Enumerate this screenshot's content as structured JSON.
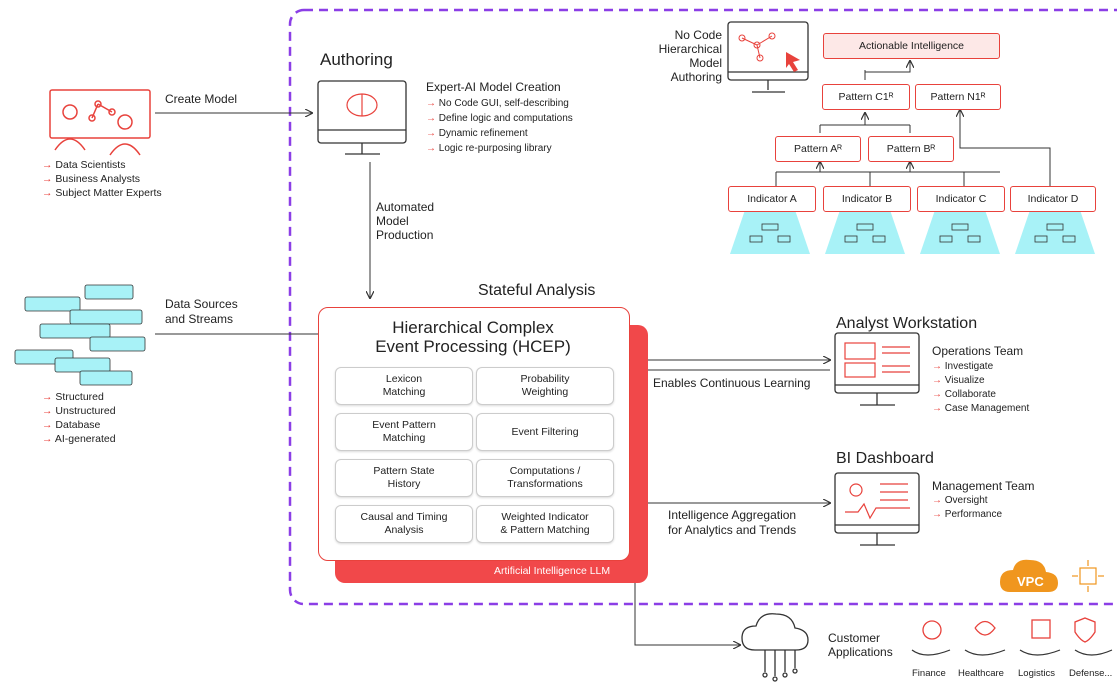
{
  "authoring": {
    "title": "Authoring",
    "heading": "Expert-AI Model Creation",
    "items": [
      "No Code GUI, self-describing",
      "Define logic and computations",
      "Dynamic refinement",
      "Logic re-purposing library"
    ]
  },
  "create_model": "Create Model",
  "people": [
    "Data Scientists",
    "Business Analysts",
    "Subject Matter Experts"
  ],
  "automated": [
    "Automated",
    "Model",
    "Production"
  ],
  "data_sources": [
    "Data Sources",
    "and Streams"
  ],
  "data_types": [
    "Structured",
    "Unstructured",
    "Database",
    "AI-generated"
  ],
  "stateful": "Stateful Analysis",
  "hcep": {
    "title1": "Hierarchical Complex",
    "title2": "Event Processing (HCEP)",
    "boxes": [
      [
        "Lexicon",
        "Matching"
      ],
      [
        "Probability",
        "Weighting"
      ],
      [
        "Event Pattern",
        "Matching"
      ],
      [
        "Event Filtering",
        ""
      ],
      [
        "Pattern State",
        "History"
      ],
      [
        "Computations /",
        "Transformations"
      ],
      [
        "Causal and Timing",
        "Analysis"
      ],
      [
        "Weighted Indicator",
        "& Pattern Matching"
      ]
    ],
    "llm": "Artificial Intelligence LLM"
  },
  "nocode": [
    "No Code",
    "Hierarchical",
    "Model",
    "Authoring"
  ],
  "tree": {
    "top": "Actionable Intelligence",
    "level2": [
      "Pattern C1ᴿ",
      "Pattern N1ᴿ"
    ],
    "level3": [
      "Pattern Aᴿ",
      "Pattern Bᴿ"
    ],
    "indicators": [
      "Indicator A",
      "Indicator B",
      "Indicator C",
      "Indicator D"
    ]
  },
  "analyst": {
    "title": "Analyst Workstation",
    "team": "Operations Team",
    "items": [
      "Investigate",
      "Visualize",
      "Collaborate",
      "Case Management"
    ],
    "link": "Enables Continuous Learning"
  },
  "bi": {
    "title": "BI Dashboard",
    "team": "Management Team",
    "items": [
      "Oversight",
      "Performance"
    ],
    "link1": "Intelligence Aggregation",
    "link2": "for Analytics and Trends"
  },
  "vpc": "VPC",
  "customer": [
    "Customer",
    "Applications"
  ],
  "industries": [
    "Finance",
    "Healthcare",
    "Logistics",
    "Defense..."
  ],
  "colors": {
    "accent": "#e8423c",
    "purple": "#8b3ee6",
    "cyan": "#a8f2f7",
    "text": "#222222"
  }
}
